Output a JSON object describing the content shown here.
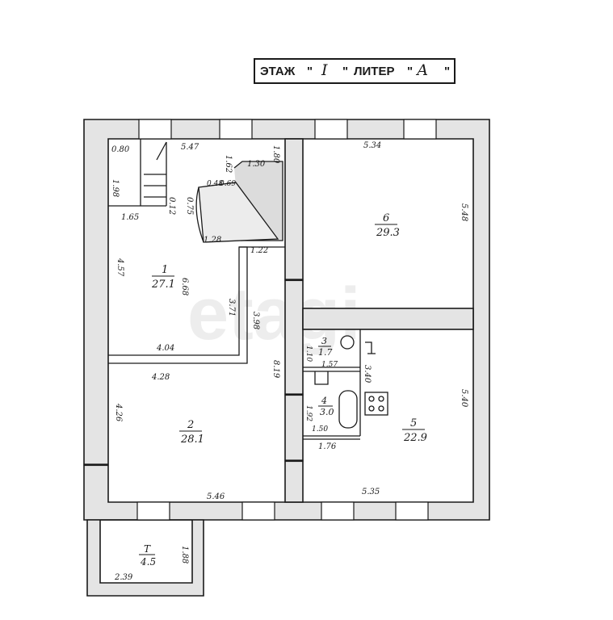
{
  "title": {
    "prefix": "ЭТАЖ",
    "q1": "\"",
    "floor": "I",
    "q2": "\"",
    "middle": "ЛИТЕР",
    "q3": "\"",
    "liter": "А",
    "q4": "\""
  },
  "watermark": "etagi",
  "rooms": {
    "r1": {
      "num": "1",
      "area": "27.1"
    },
    "r2": {
      "num": "2",
      "area": "28.1"
    },
    "r3": {
      "num": "3",
      "area": "1.7"
    },
    "r4": {
      "num": "4",
      "area": "3.0"
    },
    "r5": {
      "num": "5",
      "area": "22.9"
    },
    "r6": {
      "num": "6",
      "area": "29.3"
    },
    "rT": {
      "num": "Т",
      "area": "4.5"
    }
  },
  "dims": {
    "d080": "0.80",
    "d547": "5.47",
    "d162": "1.62",
    "d130": "1.30",
    "d180": "1.80",
    "d534": "5.34",
    "d198": "1.98",
    "d048": "0.48",
    "d069": "0.69",
    "d012": "0.12",
    "d075": "0.75",
    "d165": "1.65",
    "d128": "1.28",
    "d122": "1.22",
    "d548": "5.48",
    "d457": "4.57",
    "d668": "6.68",
    "d371": "3.71",
    "d398": "3.98",
    "d404": "4.04",
    "d428": "4.28",
    "d819": "8.19",
    "d110": "1.10",
    "d157": "1.57",
    "d340": "3.40",
    "d540": "5.40",
    "d426": "4.26",
    "d192": "1.92",
    "d150": "1.50",
    "d176": "1.76",
    "d546": "5.46",
    "d535": "5.35",
    "d188": "1.88",
    "d239": "2.39"
  }
}
